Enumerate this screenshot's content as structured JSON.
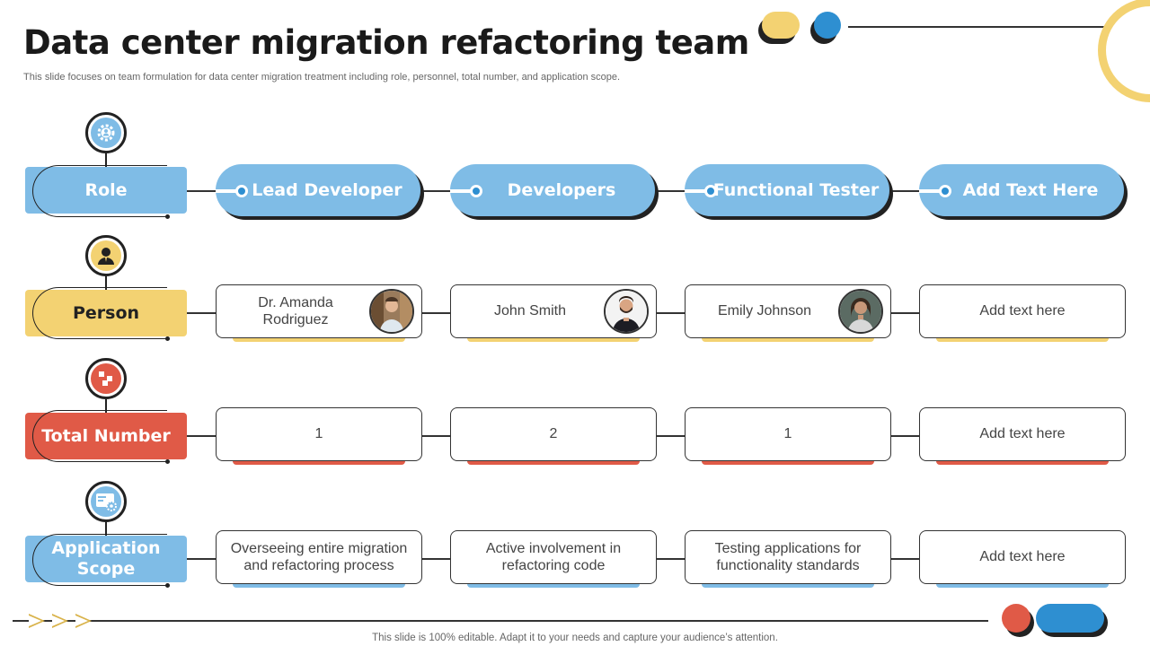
{
  "header": {
    "title": "Data center migration refactoring team",
    "subtitle": "This slide focuses on team formulation for data center migration treatment including role, personnel, total number, and application scope."
  },
  "footer": {
    "text": "This slide is 100% editable. Adapt it to your needs and capture your audience’s attention."
  },
  "colors": {
    "blue": "#7fbce6",
    "yellow": "#f3d272",
    "red": "#e05a47",
    "accent_blue": "#2e8fd1"
  },
  "rows": [
    {
      "label": "Role",
      "icon": "gear-people-icon",
      "color": "#7fbce6"
    },
    {
      "label": "Person",
      "icon": "person-icon",
      "color": "#f3d272"
    },
    {
      "label": "Total Number",
      "icon": "blocks-icon",
      "color": "#e05a47"
    },
    {
      "label": "Application Scope",
      "icon": "app-settings-icon",
      "color": "#7fbce6"
    }
  ],
  "roles": [
    "Lead Developer",
    "Developers",
    "Functional Tester",
    "Add Text Here"
  ],
  "persons": [
    "Dr. Amanda Rodriguez",
    "John Smith",
    "Emily Johnson",
    "Add text here"
  ],
  "numbers": [
    "1",
    "2",
    "1",
    "Add text here"
  ],
  "scopes": [
    "Overseeing entire migration and refactoring process",
    "Active involvement  in refactoring code",
    "Testing applications for functionality  standards",
    "Add text here"
  ]
}
